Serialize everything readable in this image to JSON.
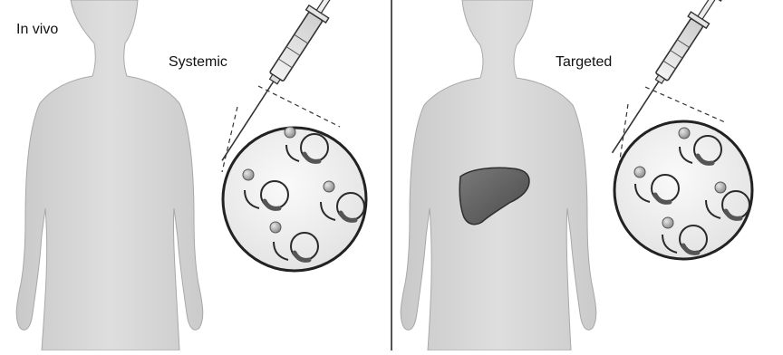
{
  "header": {
    "title": "In vivo"
  },
  "panels": [
    {
      "label": "Systemic"
    },
    {
      "label": "Targeted"
    }
  ]
}
